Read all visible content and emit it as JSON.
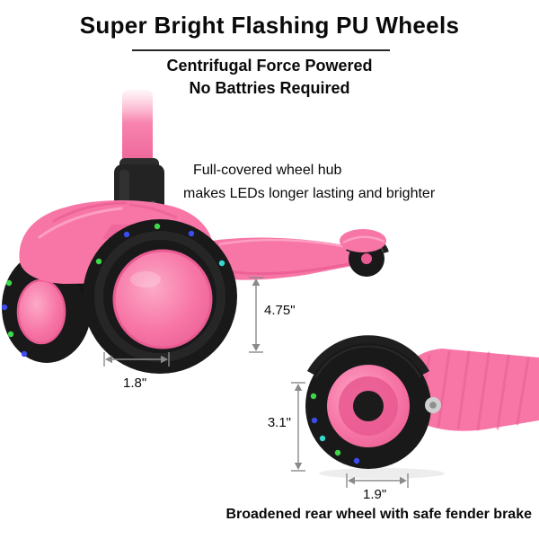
{
  "header": {
    "title": "Super Bright Flashing PU Wheels",
    "subtitle_line1": "Centrifugal Force Powered",
    "subtitle_line2": "No Battries Required"
  },
  "annotations": {
    "hub_line1": "Full-covered wheel hub",
    "hub_line2": "makes LEDs longer lasting and brighter",
    "bottom_caption": "Broadened rear wheel with safe fender brake"
  },
  "dimensions": {
    "deck_height": "4.75\"",
    "front_wheel_width": "1.8\"",
    "rear_wheel_height": "3.1\"",
    "rear_wheel_width": "1.9\""
  },
  "colors": {
    "pink": "#f776a6",
    "pink-dark": "#e95b92",
    "pink-light": "#fcaac7",
    "part-black": "#232323",
    "tire-black": "#191919",
    "led-green": "#3fd84b",
    "led-blue": "#3b4df0",
    "led-cyan": "#39d7d0",
    "dim-gray": "#8a8a8a"
  }
}
